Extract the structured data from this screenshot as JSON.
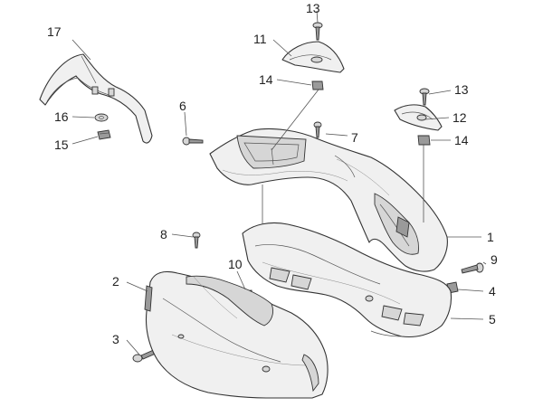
{
  "callouts": [
    {
      "id": "c1",
      "label": "1"
    },
    {
      "id": "c2",
      "label": "2"
    },
    {
      "id": "c3",
      "label": "3"
    },
    {
      "id": "c4",
      "label": "4"
    },
    {
      "id": "c5",
      "label": "5"
    },
    {
      "id": "c6",
      "label": "6"
    },
    {
      "id": "c7",
      "label": "7"
    },
    {
      "id": "c8",
      "label": "8"
    },
    {
      "id": "c9",
      "label": "9"
    },
    {
      "id": "c10",
      "label": "10"
    },
    {
      "id": "c11",
      "label": "11"
    },
    {
      "id": "c12",
      "label": "12"
    },
    {
      "id": "c13a",
      "label": "13"
    },
    {
      "id": "c13b",
      "label": "13"
    },
    {
      "id": "c14a",
      "label": "14"
    },
    {
      "id": "c14b",
      "label": "14"
    },
    {
      "id": "c15",
      "label": "15"
    },
    {
      "id": "c16",
      "label": "16"
    },
    {
      "id": "c17",
      "label": "17"
    }
  ]
}
